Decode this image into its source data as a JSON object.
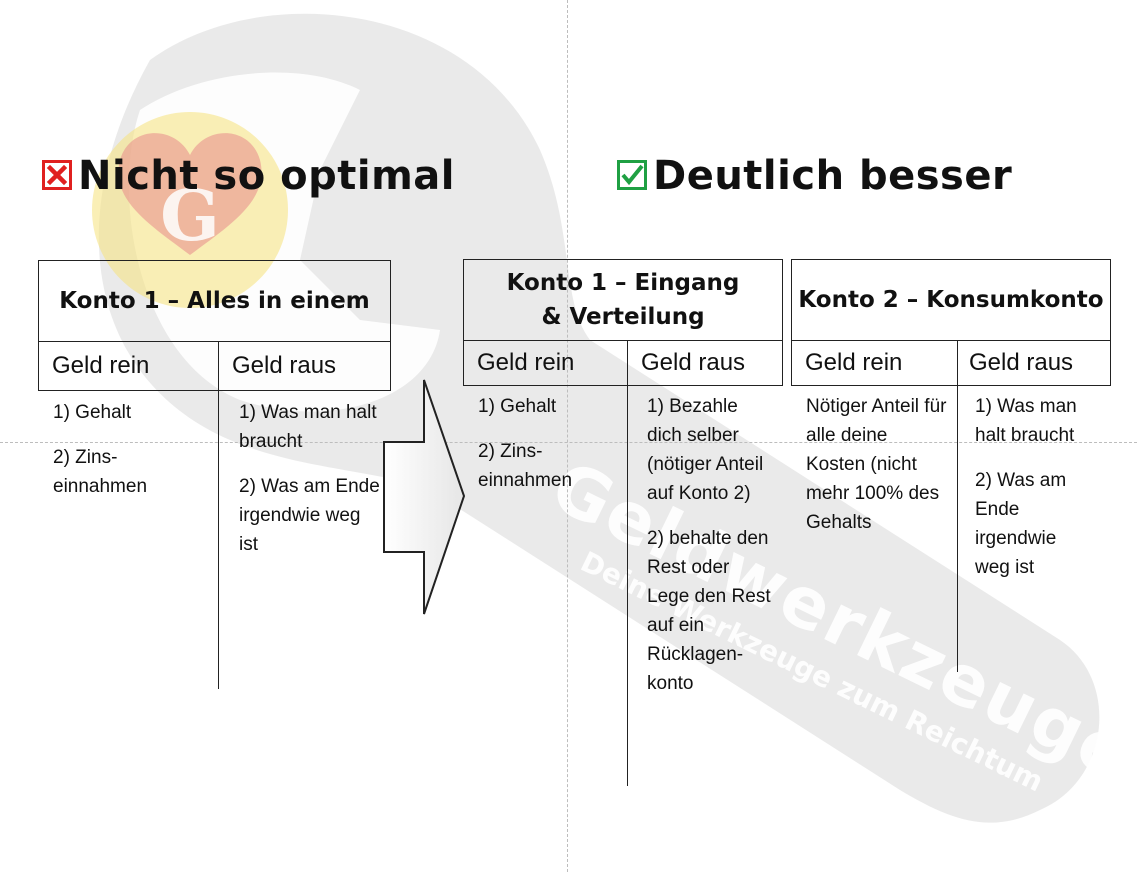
{
  "left": {
    "heading": "Nicht so optimal",
    "heading_icon": "cross-box-icon",
    "konto": {
      "title": "Konto 1 – Alles in einem",
      "col_in": "Geld rein",
      "col_out": "Geld raus",
      "in_items": [
        "1) Gehalt",
        "2) Zins-einnahmen"
      ],
      "out_items": [
        "1) Was man halt braucht",
        "2) Was am Ende irgendwie weg ist"
      ]
    }
  },
  "right": {
    "heading": "Deutlich besser",
    "heading_icon": "check-box-icon",
    "konto1": {
      "title": "Konto 1 – Eingang & Verteilung",
      "col_in": "Geld rein",
      "col_out": "Geld raus",
      "in_items": [
        "1) Gehalt",
        "2) Zins-einnahmen"
      ],
      "out_items": [
        "1) Bezahle dich selber (nötiger Anteil auf Konto 2)",
        "2) behalte den Rest oder Lege den Rest auf ein Rücklagen-konto"
      ]
    },
    "konto2": {
      "title": "Konto 2 – Konsumkonto",
      "col_in": "Geld rein",
      "col_out": "Geld raus",
      "in_items": [
        "Nötiger Anteil für alle deine Kosten (nicht mehr 100% des Gehalts"
      ],
      "out_items": [
        "1) Was man halt braucht",
        "2) Was am Ende irgendwie weg ist"
      ]
    }
  },
  "watermark": {
    "brand": "Geldwerkzeuge",
    "tagline": "Deine Werkzeuge zum Reichtum",
    "logo_letters": "G"
  },
  "colors": {
    "cross": "#e0201f",
    "check": "#1fa043",
    "watermark_gray": "#e3e3e3",
    "logo_yellow": "#f6e27a",
    "logo_red": "#e88b8b"
  }
}
